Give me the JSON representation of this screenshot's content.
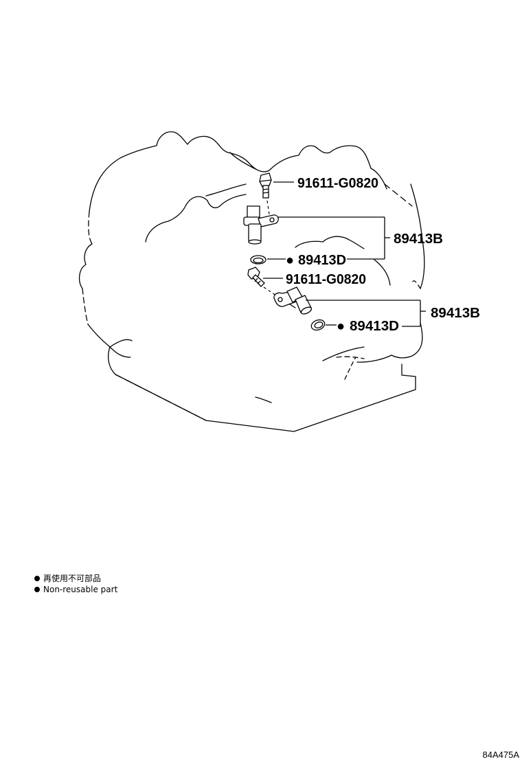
{
  "callouts": {
    "bolt_upper": "91611-G0820",
    "sensor_upper": "89413B",
    "oring_upper": "89413D",
    "bolt_lower": "91611-G0820",
    "sensor_lower": "89413B",
    "oring_lower": "89413D"
  },
  "non_reusable_marker": "●",
  "legend": {
    "line1": "再使用不可部品",
    "line2": "Non-reusable part"
  },
  "illustration_code": "84A475A",
  "icons": [
    "bolt-icon",
    "speed-sensor-icon",
    "o-ring-icon",
    "transmission-case-outline"
  ]
}
